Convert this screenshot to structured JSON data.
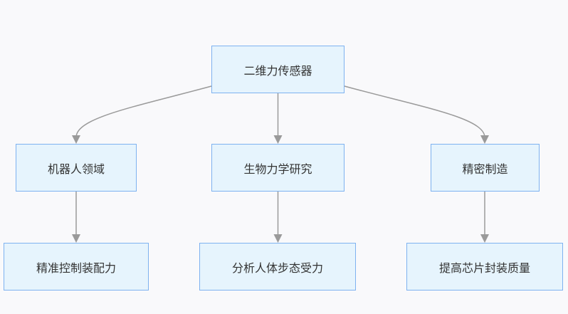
{
  "diagram": {
    "root": {
      "label": "二维力传感器"
    },
    "branches": [
      {
        "label": "机器人领域",
        "child": "精准控制装配力"
      },
      {
        "label": "生物力学研究",
        "child": "分析人体步态受力"
      },
      {
        "label": "精密制造",
        "child": "提高芯片封装质量"
      }
    ]
  },
  "colors": {
    "background": "#f9f9fb",
    "node_fill": "#e6f4fd",
    "node_border": "#7eb2f0",
    "edge": "#9a9a9a",
    "text": "#333333"
  }
}
